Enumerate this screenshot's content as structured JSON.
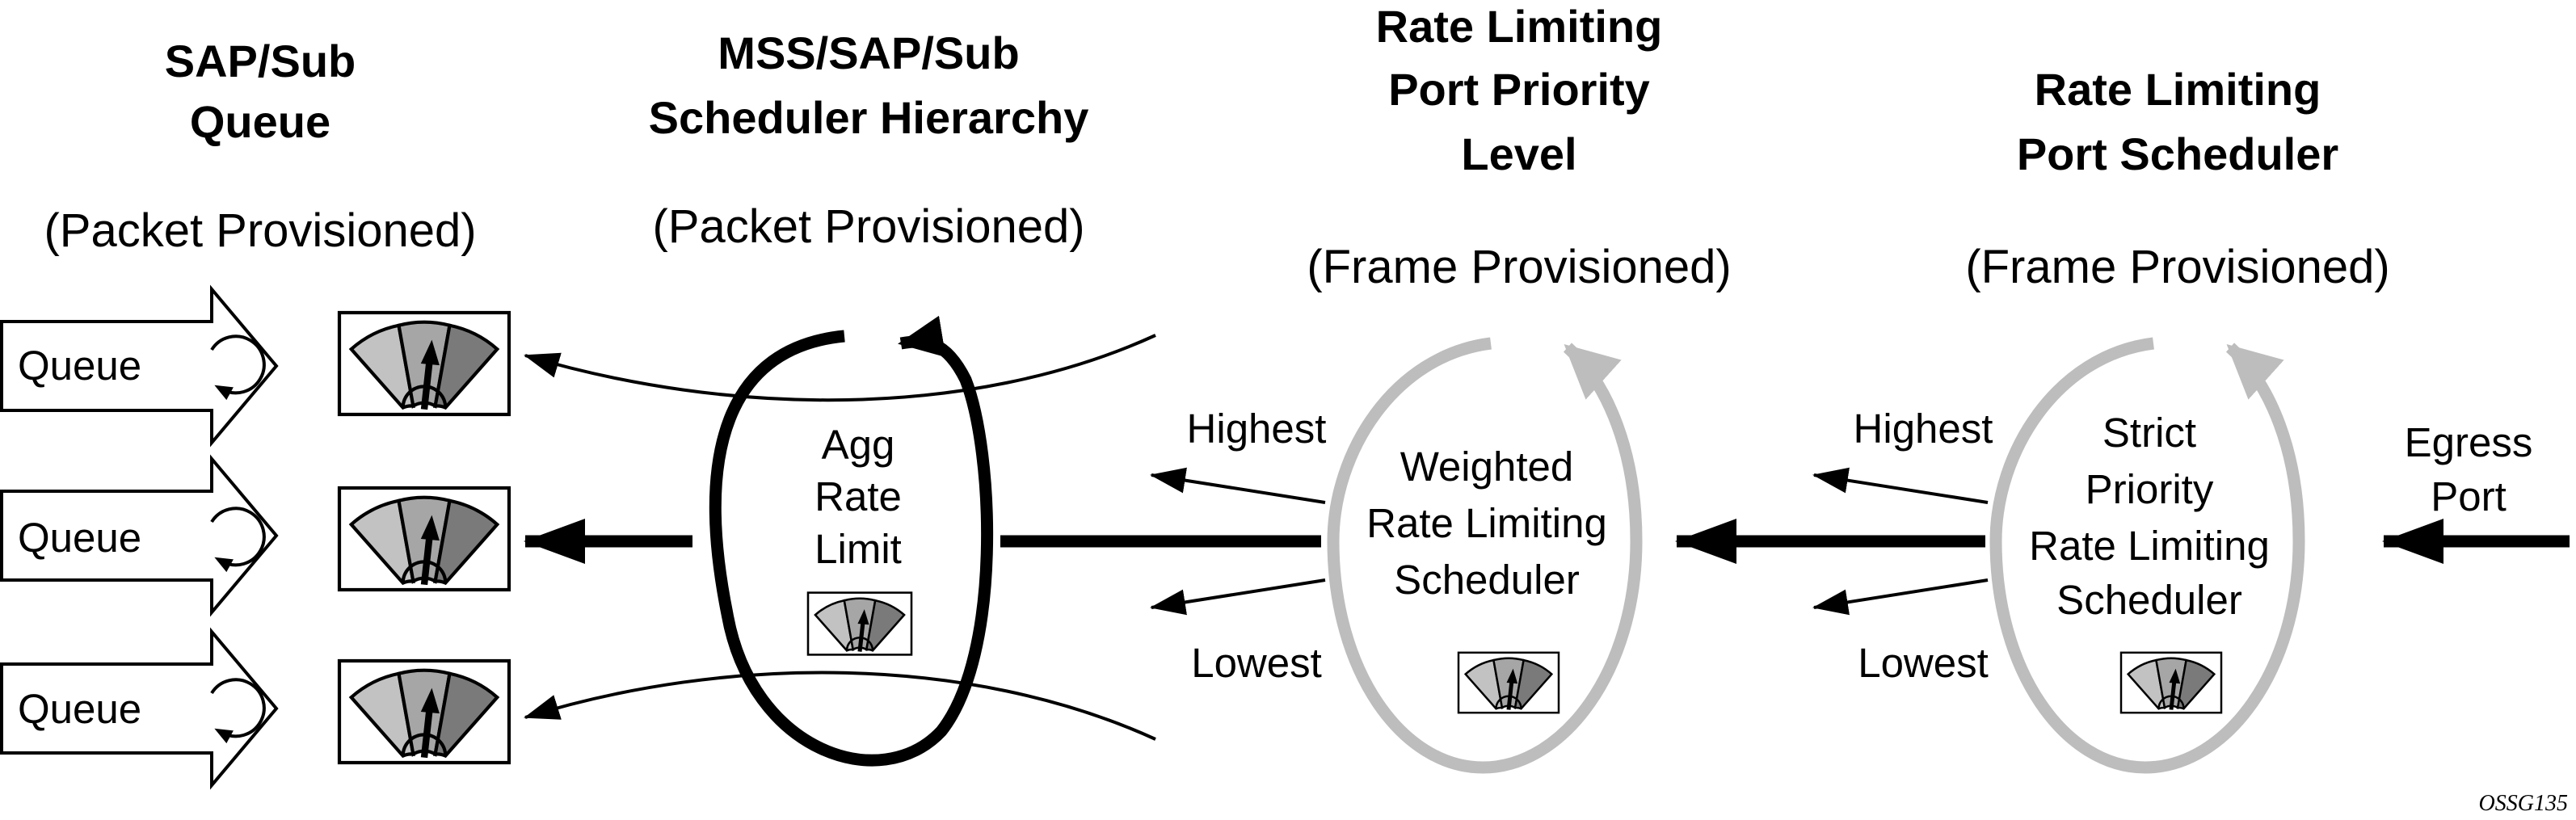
{
  "columns": [
    {
      "title_lines": [
        "SAP/Sub",
        "Queue"
      ],
      "subtitle": "(Packet Provisioned)"
    },
    {
      "title_lines": [
        "MSS/SAP/Sub",
        "Scheduler Hierarchy"
      ],
      "subtitle": "(Packet Provisioned)"
    },
    {
      "title_lines": [
        "Rate Limiting",
        "Port Priority",
        "Level"
      ],
      "subtitle": "(Frame Provisioned)"
    },
    {
      "title_lines": [
        "Rate Limiting",
        "Port Scheduler"
      ],
      "subtitle": "(Frame Provisioned)"
    }
  ],
  "queues": [
    {
      "label": "Queue"
    },
    {
      "label": "Queue"
    },
    {
      "label": "Queue"
    }
  ],
  "agg_lines": [
    "Agg",
    "Rate",
    "Limit"
  ],
  "weighted_lines": [
    "Weighted",
    "Rate Limiting",
    "Scheduler"
  ],
  "strict_lines": [
    "Strict",
    "Priority",
    "Rate Limiting",
    "Scheduler"
  ],
  "priority_labels": {
    "left_highest": "Highest",
    "left_lowest": "Lowest",
    "right_highest": "Highest",
    "right_lowest": "Lowest"
  },
  "egress_lines": [
    "Egress",
    "Port"
  ],
  "figure_id": "OSSG135",
  "colors": {
    "ink": "#000000",
    "ring_gray": "#bdbdbd",
    "dial_light": "#c2c2c2",
    "dial_mid": "#a6a6a6",
    "dial_dark": "#7a7a7a"
  }
}
